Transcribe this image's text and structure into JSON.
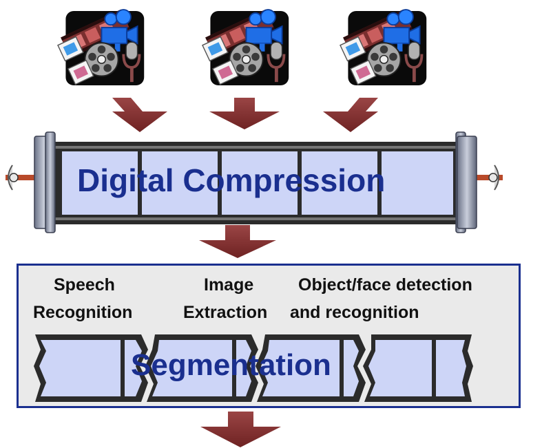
{
  "top_icons": [
    {
      "icon": "film-camera-reel-microphone-icon"
    },
    {
      "icon": "film-camera-reel-microphone-icon"
    },
    {
      "icon": "film-camera-reel-microphone-icon"
    }
  ],
  "compression": {
    "title": "Digital Compression"
  },
  "segmentation": {
    "labels": {
      "speech": "Speech",
      "speech2": "Recognition",
      "image": "Image",
      "image2": "Extraction",
      "object": "Object/face detection",
      "object2": "and recognition"
    },
    "title": "Segmentation"
  },
  "colors": {
    "arrow": "#7a2a2a",
    "text_blue": "#1a2f8f",
    "film_fill": "#cdd5f7",
    "film_dark": "#2b2b2b",
    "box_border": "#1a2f8f",
    "box_fill": "#eaeaea"
  }
}
